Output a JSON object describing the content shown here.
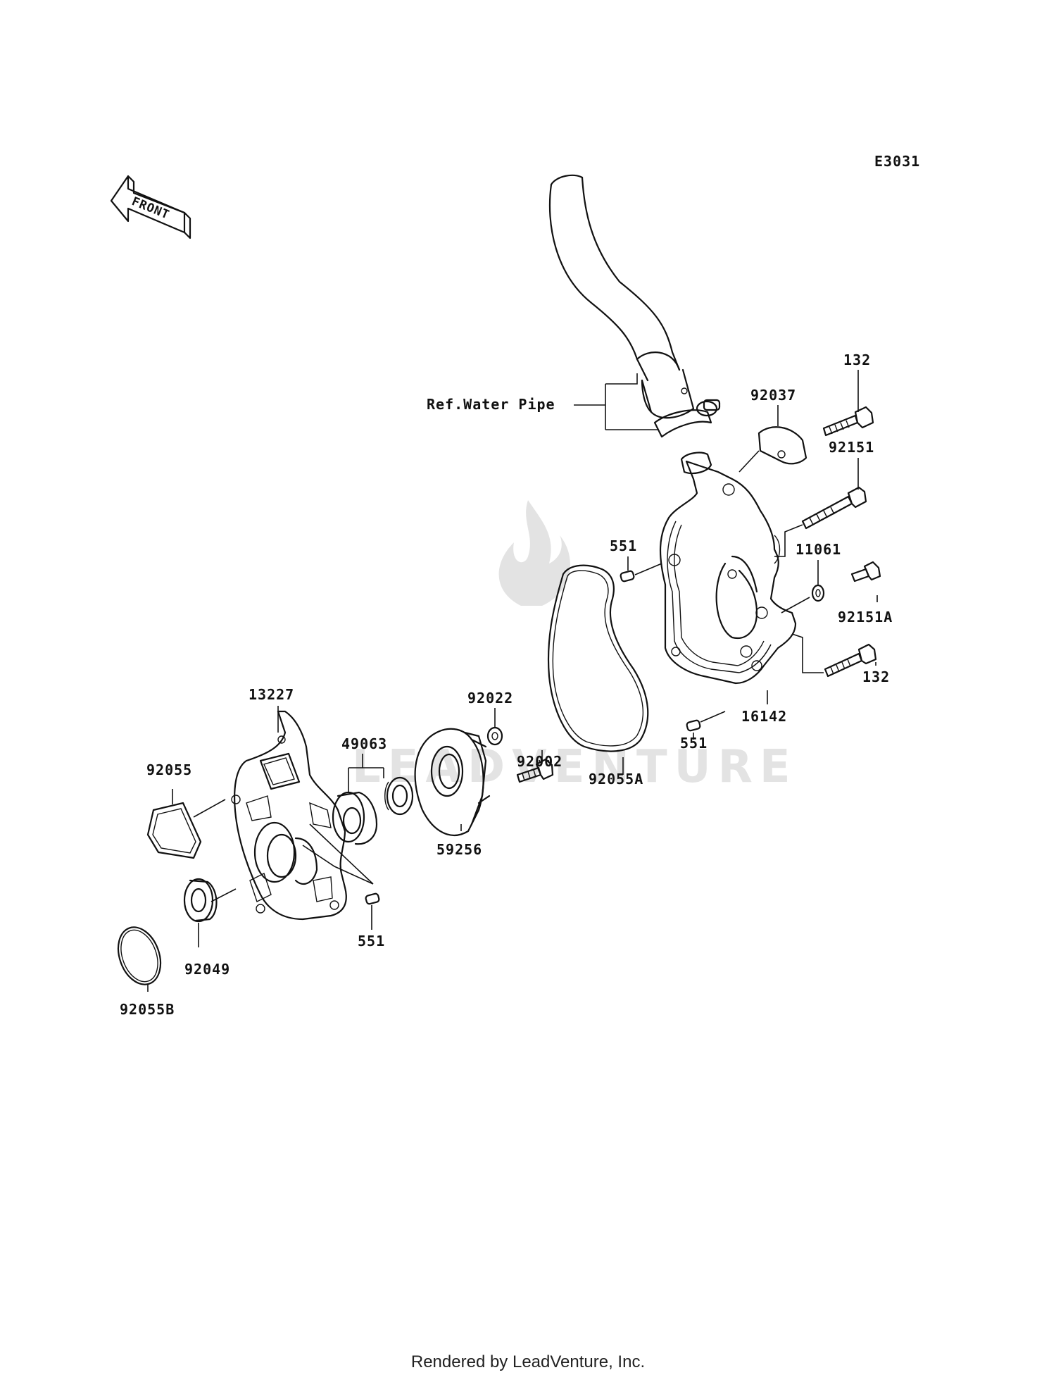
{
  "diagram_code": "E3031",
  "front_label": "FRONT",
  "reference_label": "Ref.Water Pipe",
  "parts": {
    "p132_top": "132",
    "p92037": "92037",
    "p92151": "92151",
    "p551_upper": "551",
    "p11061": "11061",
    "p92151A": "92151A",
    "p132_bottom": "132",
    "p16142": "16142",
    "p551_right": "551",
    "p92022": "92022",
    "p92002": "92002",
    "p92055A": "92055A",
    "p13227": "13227",
    "p49063": "49063",
    "p92055": "92055",
    "p59256": "59256",
    "p551_lower": "551",
    "p92049": "92049",
    "p92055B": "92055B"
  },
  "watermark": "LEADVENTURE",
  "footer": "Rendered by LeadVenture, Inc."
}
